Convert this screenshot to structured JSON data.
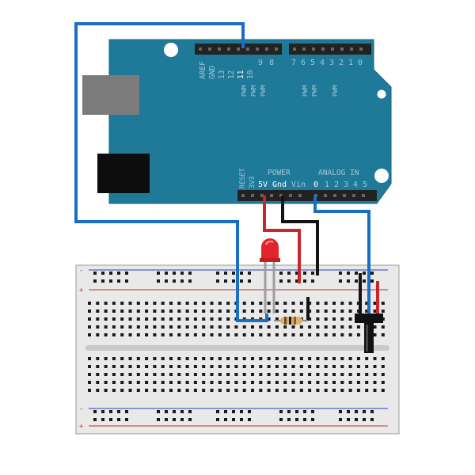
{
  "board": {
    "top_header_pin_labels": [
      "AREF",
      "GND",
      "13",
      "12",
      "11",
      "10",
      "9",
      "8",
      "7",
      "6",
      "5",
      "4",
      "3",
      "2",
      "1",
      "0"
    ],
    "pwm_label": "PWM",
    "reset_label": "RESET",
    "v33_label": "3V3",
    "power_label": "POWER",
    "analog_label": "ANALOG IN",
    "pin_5v": "5V",
    "pin_gnd": "Gnd",
    "pin_vin": "Vin",
    "analog_pins": [
      "0",
      "1",
      "2",
      "3",
      "4",
      "5"
    ],
    "color": "#1f7a99"
  },
  "breadboard": {
    "rail_plus": "+",
    "rail_minus": "-"
  },
  "wires": {
    "blue": "#1a6fc4",
    "red": "#c8262a",
    "black": "#141414"
  },
  "led": {
    "color": "#e0262a"
  }
}
